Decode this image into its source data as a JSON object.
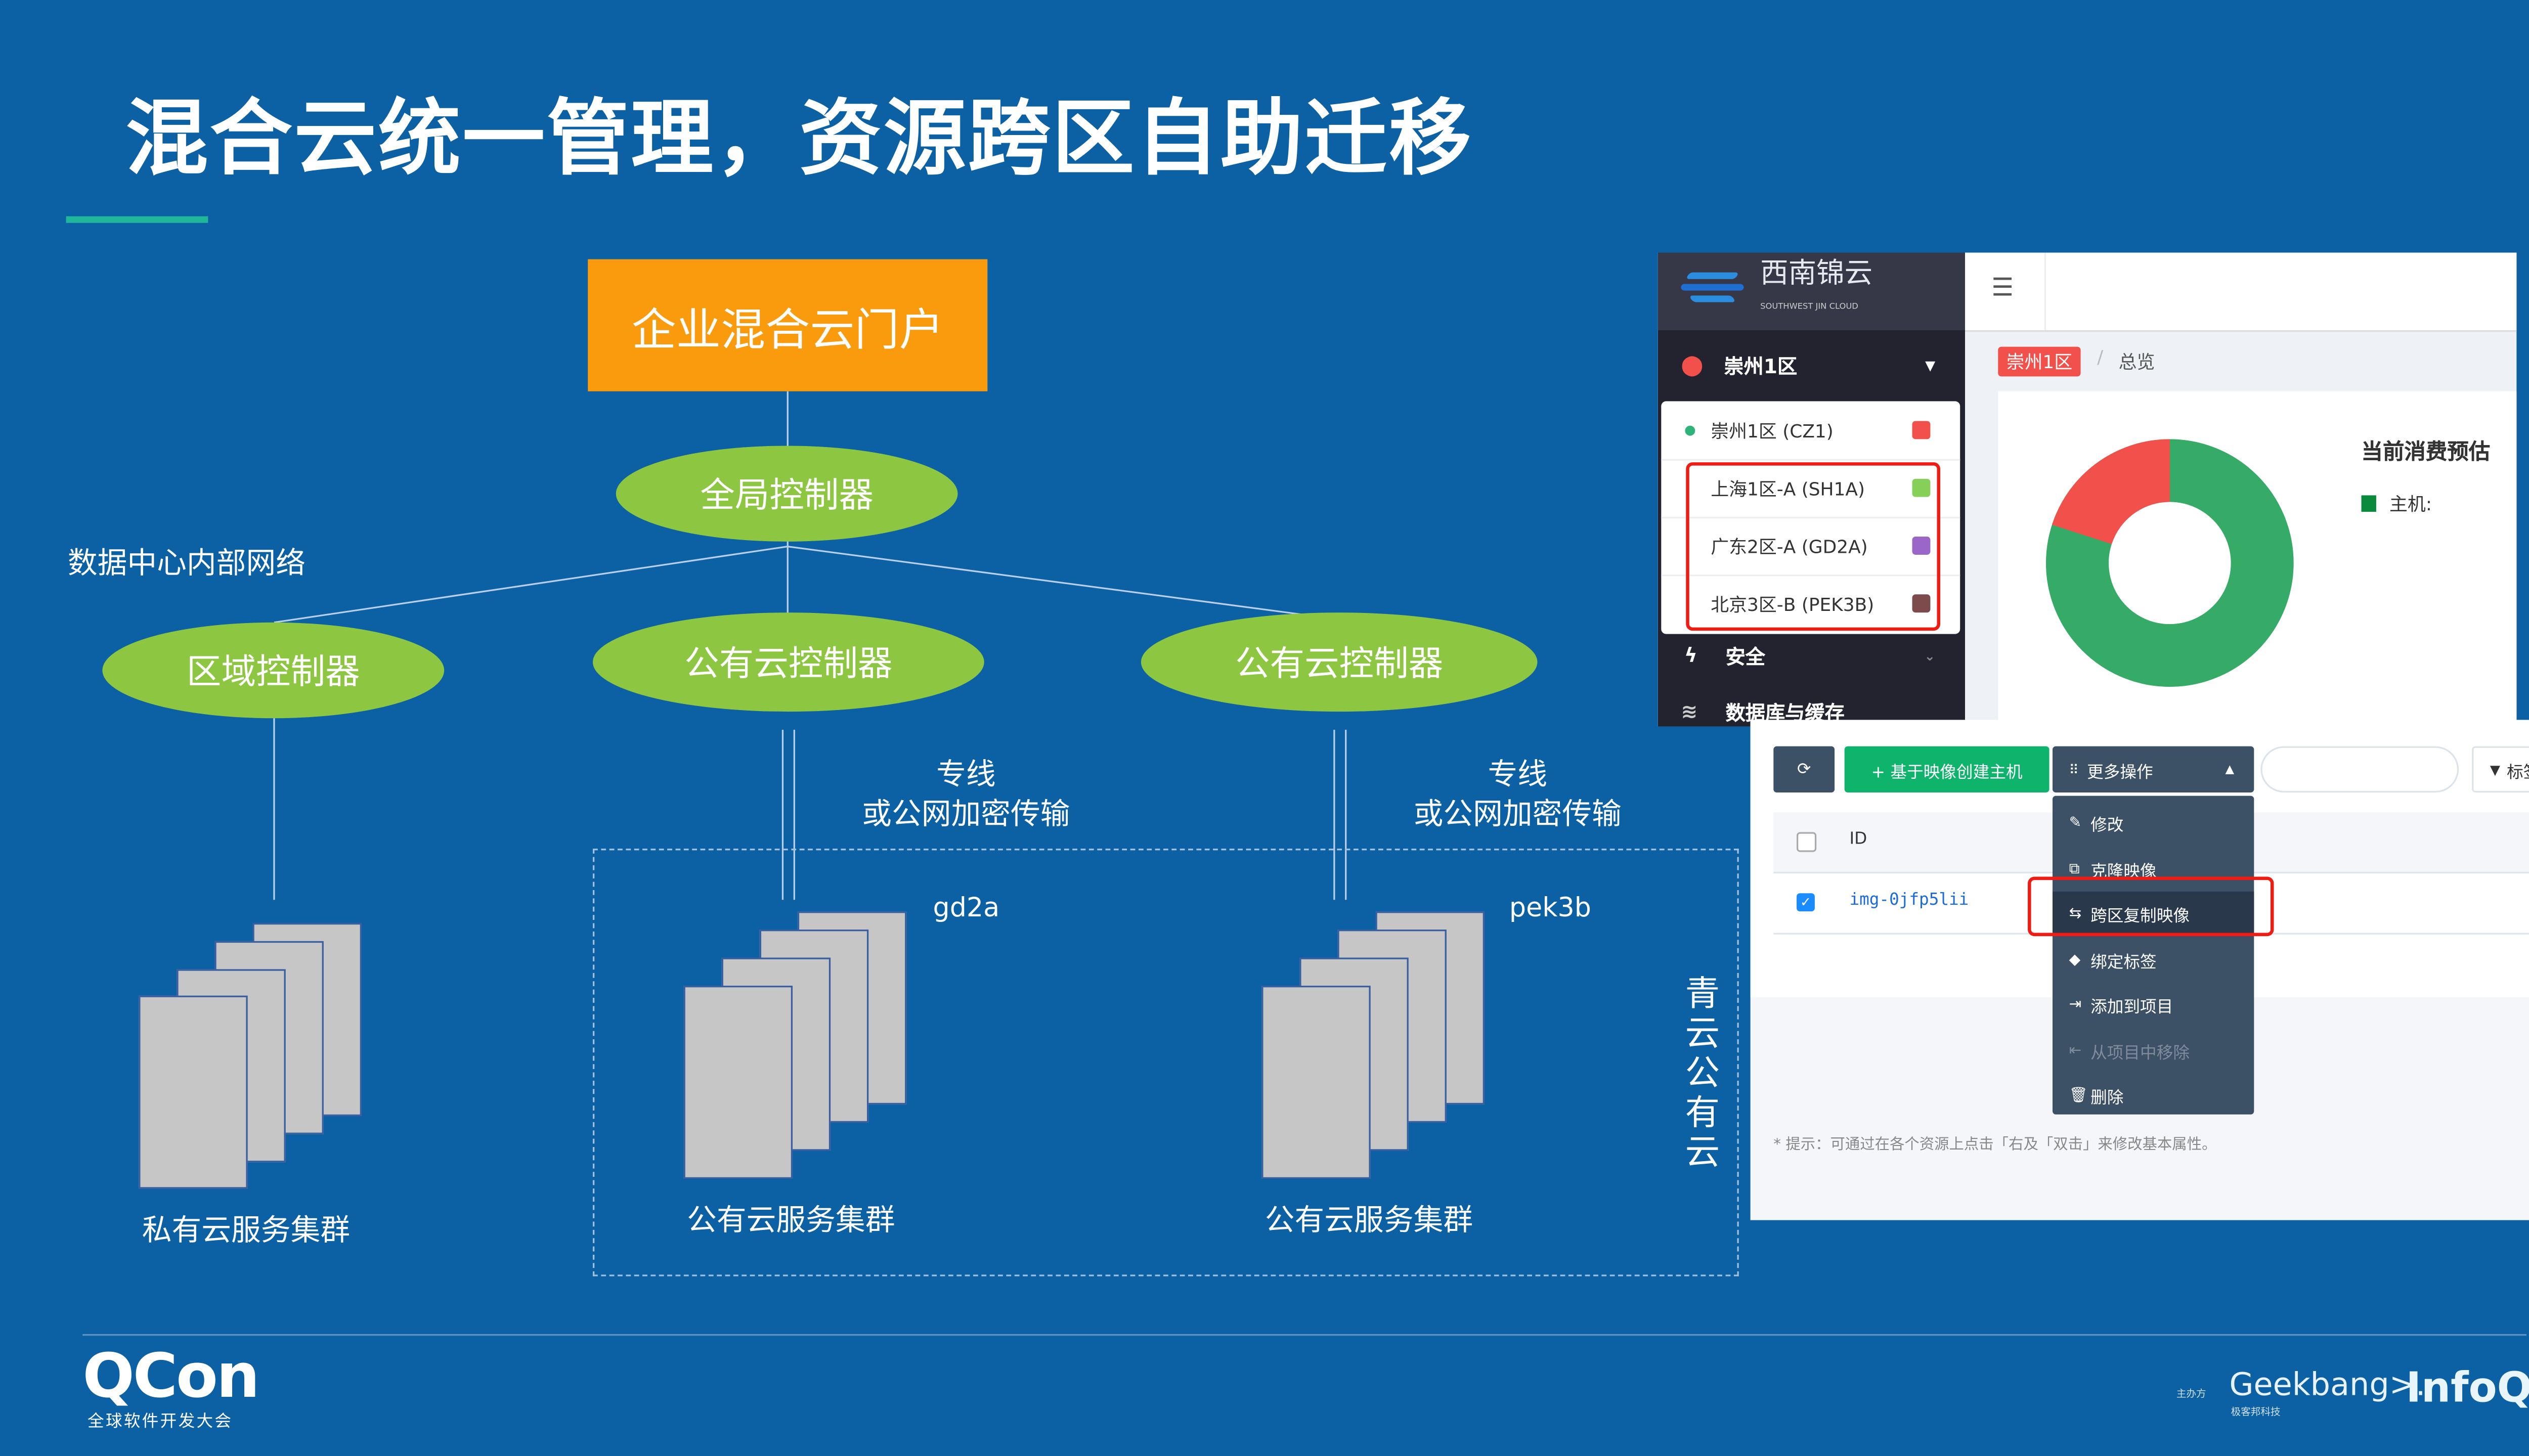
{
  "slide": {
    "title": "混合云统一管理，资源跨区自助迁移",
    "background_color": "#0c61a4",
    "accent_color": "#1fb79a"
  },
  "diagram": {
    "portal": "企业混合云门户",
    "global_controller": "全局控制器",
    "dc_network_label": "数据中心内部网络",
    "regional_controller": "区域控制器",
    "public_controller_1": "公有云控制器",
    "public_controller_2": "公有云控制器",
    "link_label_1": [
      "专线",
      "或公网加密传输"
    ],
    "link_label_2": [
      "专线",
      "或公网加密传输"
    ],
    "zone_1": "gd2a",
    "zone_2": "pek3b",
    "private_cluster": "私有云服务集群",
    "public_cluster_1": "公有云服务集群",
    "public_cluster_2": "公有云服务集群",
    "qingcloud_label": "青云公有云",
    "colors": {
      "portal": "#f99b0c",
      "controller": "#8dc641",
      "server": "#c6c6c6"
    }
  },
  "console_overview": {
    "brand_cn": "西南锦云",
    "brand_en": "SOUTHWEST JIN CLOUD",
    "current_zone": "崇州1区",
    "zones": [
      {
        "label": "崇州1区 (CZ1)",
        "color": "#f2504b",
        "active": true
      },
      {
        "label": "上海1区-A (SH1A)",
        "color": "#86d05a"
      },
      {
        "label": "广东2区-A (GD2A)",
        "color": "#9a66c8"
      },
      {
        "label": "北京3区-B (PEK3B)",
        "color": "#7d4b4b"
      }
    ],
    "menu_items": [
      "安全",
      "数据库与缓存"
    ],
    "breadcrumb": [
      "崇州1区",
      "总览"
    ],
    "cost_title": "当前消费预估",
    "legend": [
      {
        "label": "主机:",
        "color": "#0a8a3c"
      }
    ],
    "donut": [
      {
        "color": "#36ab67",
        "fraction": 0.8
      },
      {
        "color": "#f2504b",
        "fraction": 0.2
      }
    ]
  },
  "console_images": {
    "refresh_icon": "refresh-icon",
    "create_button": "+ 基于映像创建主机",
    "more_actions": "更多操作",
    "search_placeholder": "",
    "tag_button": "标签",
    "column_id": "ID",
    "row_id": "img-0jfp5lii",
    "hint_left": "* 提示：可通过在各个资源上点击「右",
    "hint_right": "及「双击」来修改基本属性。",
    "menu": [
      "修改",
      "克隆映像",
      "跨区复制映像",
      "绑定标签",
      "添加到项目",
      "从项目中移除",
      "删除"
    ],
    "highlighted_item": "跨区复制映像"
  },
  "footer": {
    "qcon": "QCon",
    "qcon_sub": "全球软件开发大会",
    "host_label": "主办方",
    "geekbang": "Geekbang>.",
    "geekbang_sub": "极客邦科技",
    "infoq": "InfoQ"
  }
}
